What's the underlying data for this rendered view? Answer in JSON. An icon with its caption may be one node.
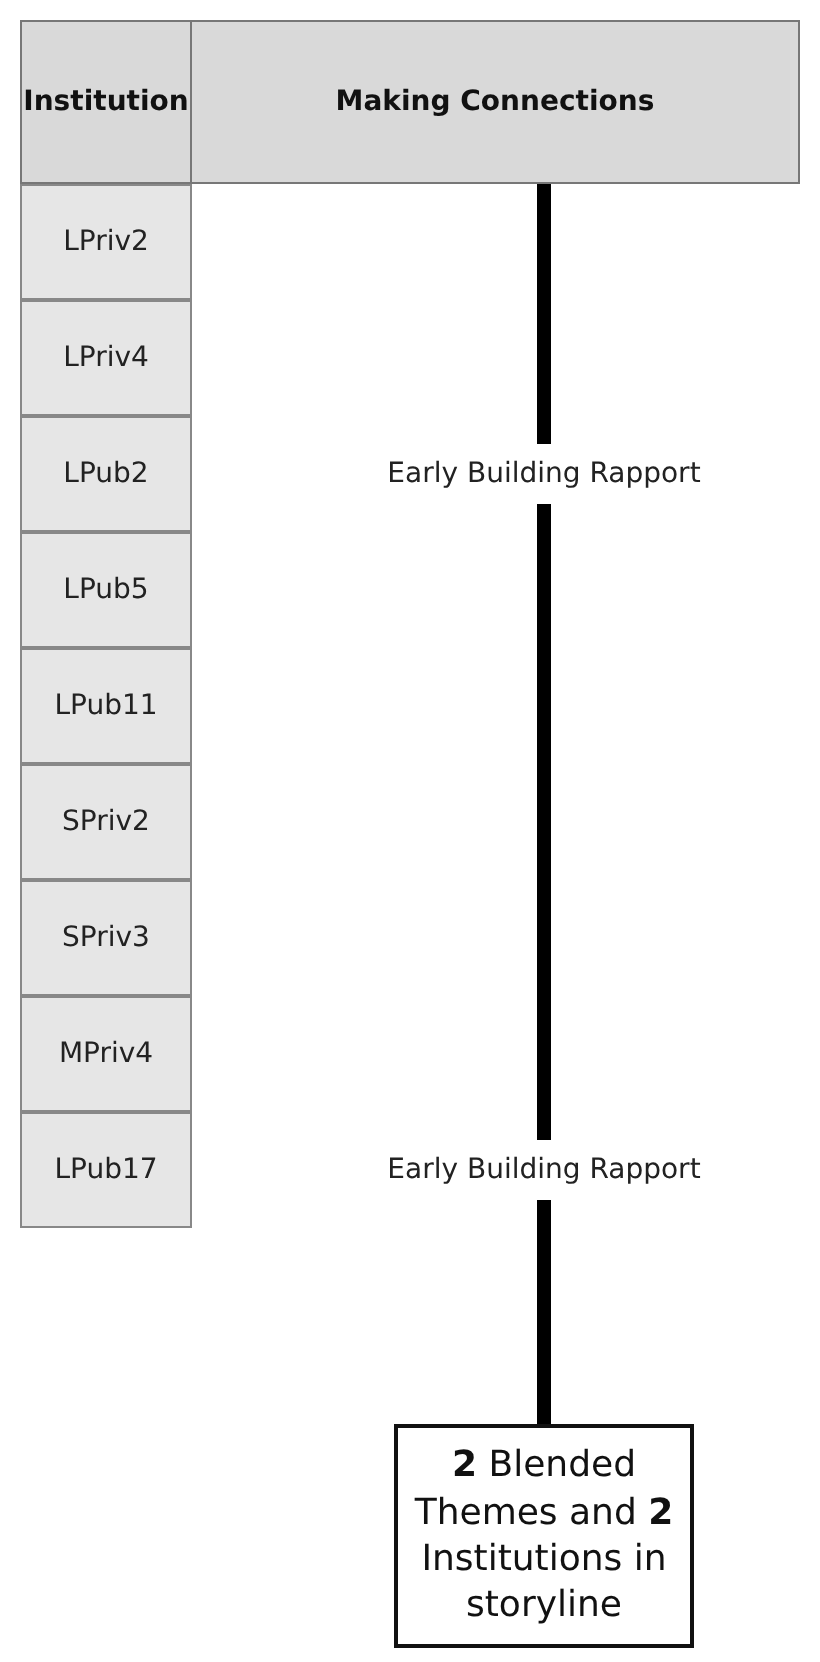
{
  "diagram": {
    "nodes": [
      {
        "text": [
          "Making Connections"
        ]
      },
      {
        "text": [
          "Early Building Rapport"
        ]
      },
      {
        "text": [
          "Early Building Rapport"
        ]
      },
      {
        "text": [
          "**2** Blended Themes and **2** Institutions in storyline"
        ]
      }
    ],
    "edges": [
      {
        "from": 0,
        "to": 1,
        "arrow": "none"
      },
      {
        "from": 1,
        "to": 2,
        "arrow": "none"
      },
      {
        "from": 2,
        "to": 3,
        "arrow": "none"
      }
    ],
    "labels": [
      "Institution",
      "LPriv2",
      "LPriv4",
      "LPub2",
      "LPub5",
      "LPub11",
      "SPriv2",
      "SPriv3",
      "MPriv4",
      "LPub17"
    ]
  }
}
